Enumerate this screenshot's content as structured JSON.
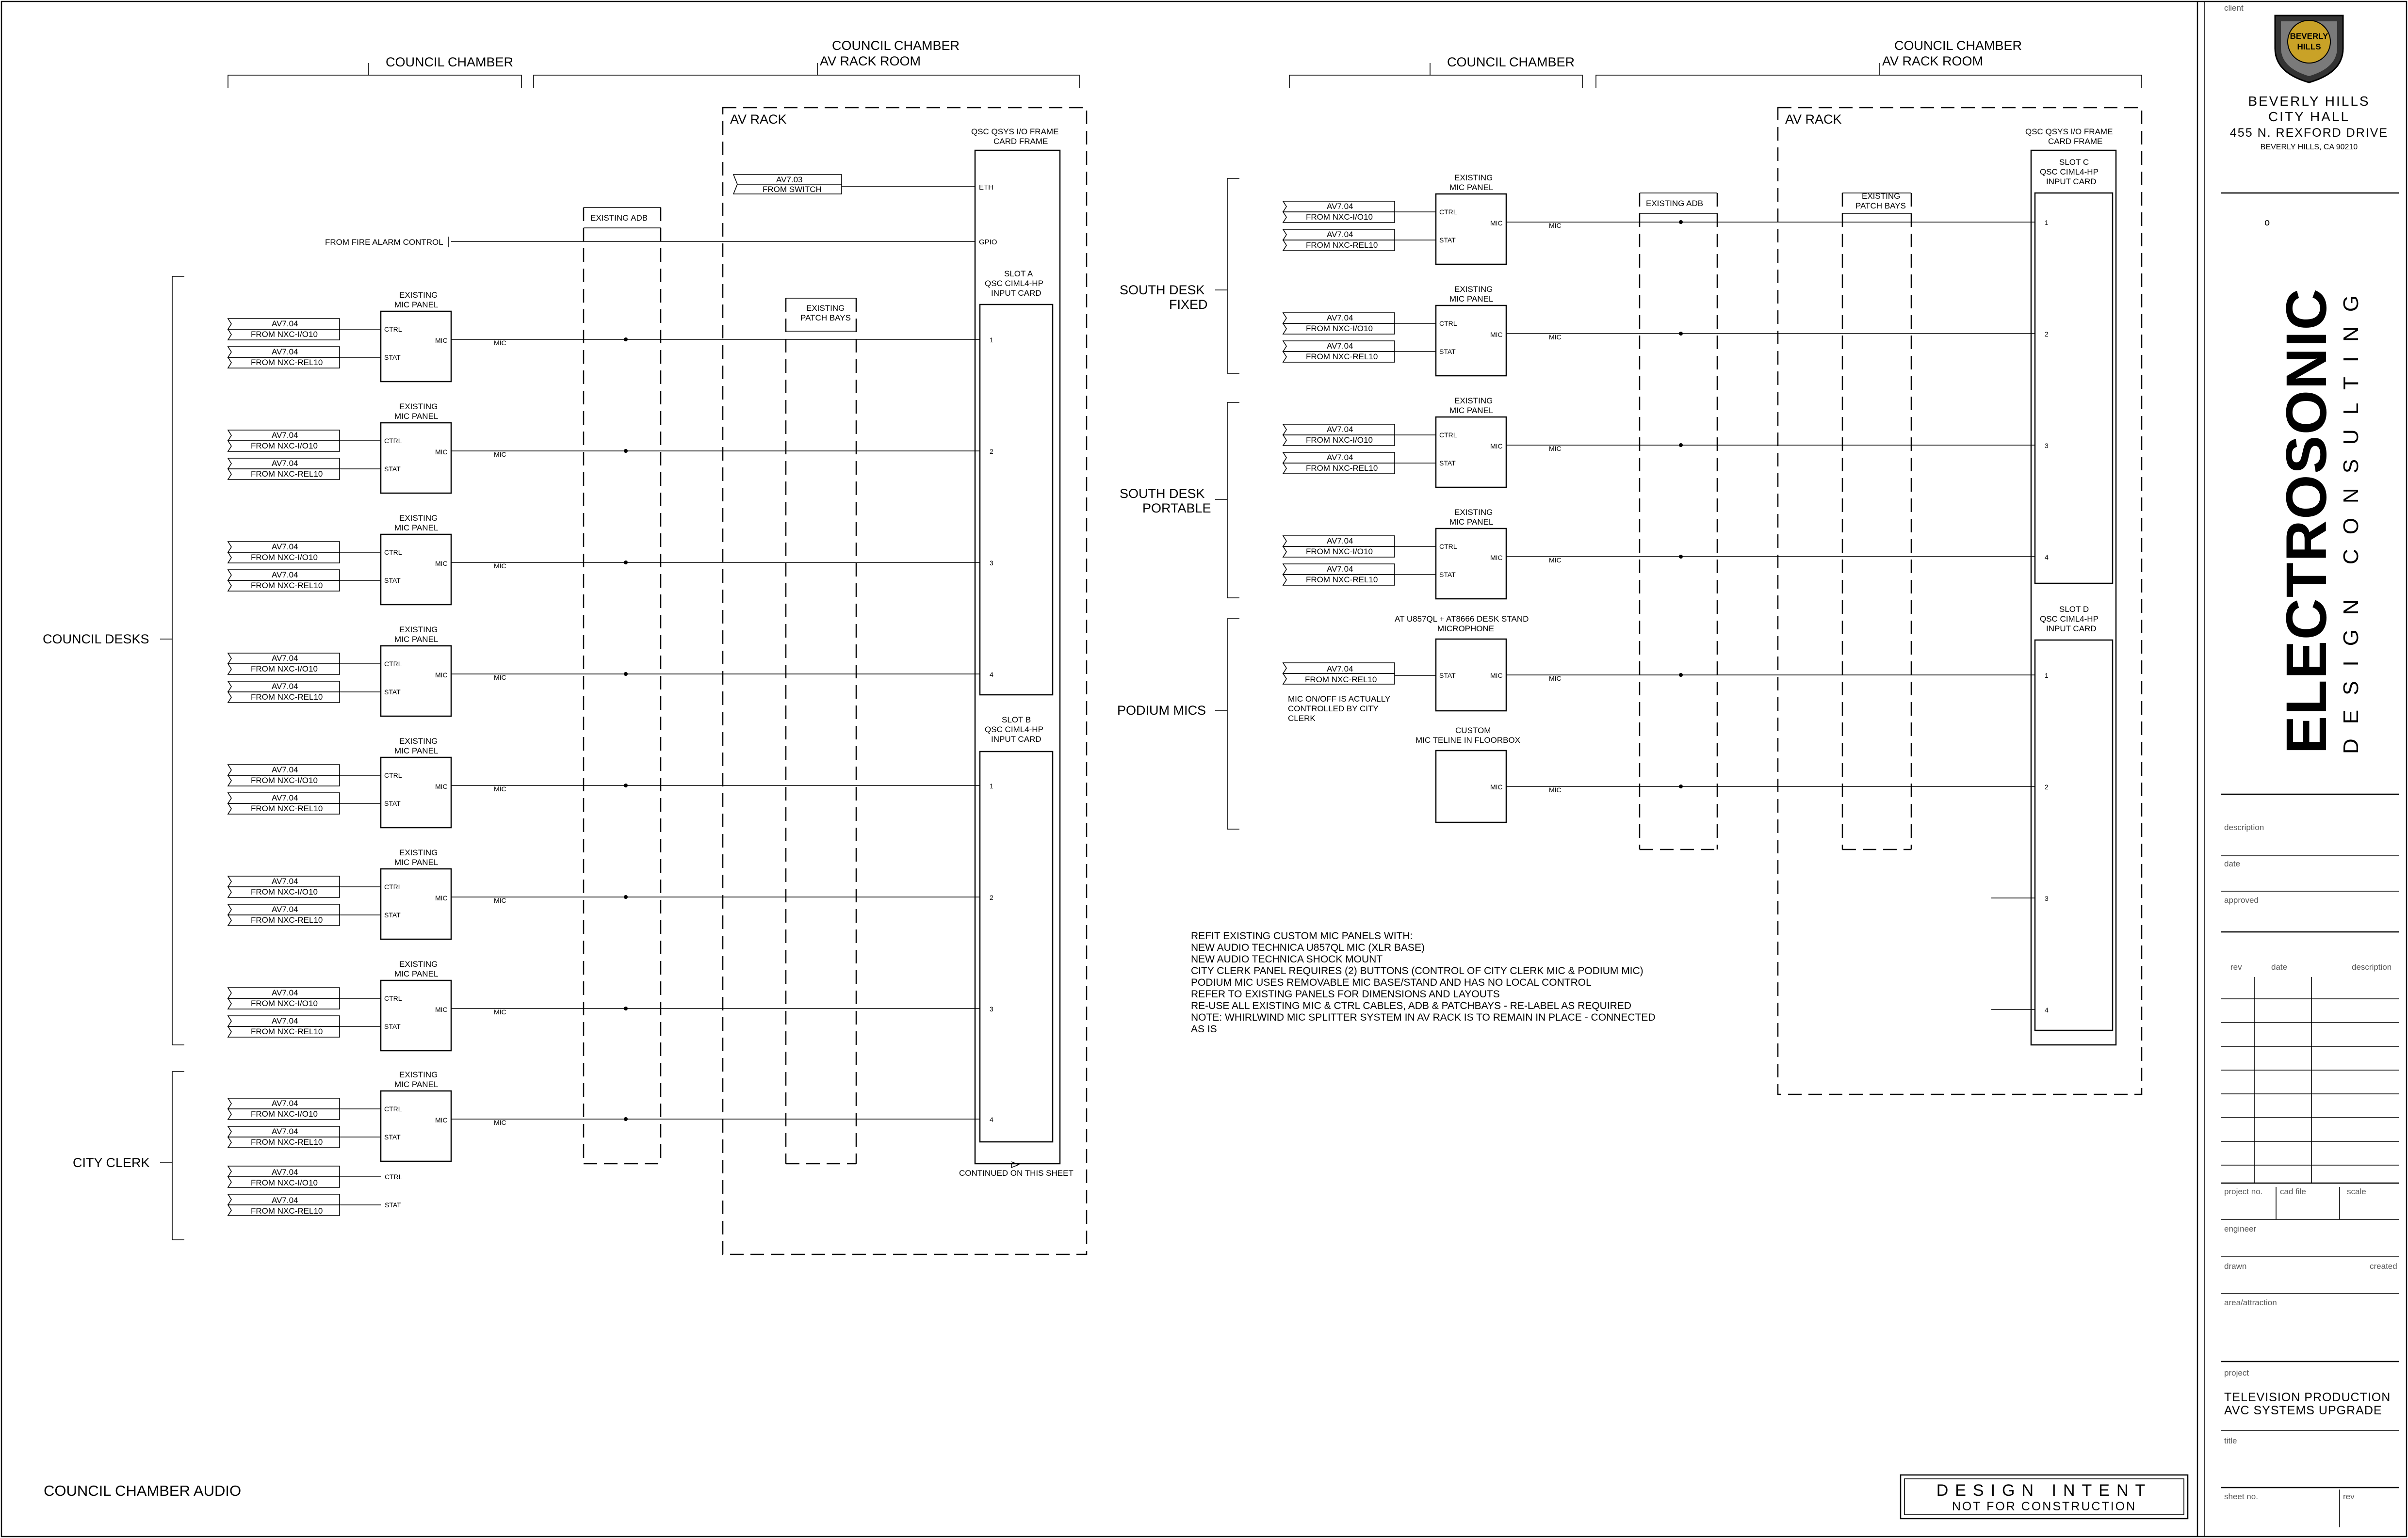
{
  "sheet_title": "COUNCIL CHAMBER AUDIO",
  "stamp": {
    "line1": "DESIGN  INTENT",
    "line2": "NOT FOR CONSTRUCTION"
  },
  "left_diagram": {
    "header_council_chamber": "COUNCIL CHAMBER",
    "header_rack_room_l1": "COUNCIL CHAMBER",
    "header_rack_room_l2": "AV RACK ROOM",
    "av_rack_label": "AV RACK",
    "frame_label_l1": "QSC QSYS I/O FRAME",
    "frame_label_l2": "CARD FRAME",
    "switch_ref": "AV7.03",
    "switch_from": "FROM SWITCH",
    "eth_port": "ETH",
    "gpio_port": "GPIO",
    "fire_alarm": "FROM FIRE ALARM CONTROL",
    "adb_label": "EXISTING ADB",
    "patch_l1": "EXISTING",
    "patch_l2": "PATCH BAYS",
    "slot_a": [
      "SLOT A",
      "QSC CIML4-HP",
      "INPUT CARD"
    ],
    "slot_b": [
      "SLOT B",
      "QSC CIML4-HP",
      "INPUT CARD"
    ],
    "continued": "CONTINUED ON THIS SHEET",
    "group_council_desks": "COUNCIL DESKS",
    "group_city_clerk": "CITY CLERK",
    "panel_l1": "EXISTING",
    "panel_l2": "MIC PANEL",
    "ref_code": "AV7.04",
    "from_io": "FROM NXC-I/O10",
    "from_rel": "FROM NXC-REL10",
    "ctrl": "CTRL",
    "stat": "STAT",
    "mic": "MIC",
    "channels": [
      "1",
      "2",
      "3",
      "4",
      "1",
      "2",
      "3",
      "4"
    ]
  },
  "right_diagram": {
    "header_council_chamber": "COUNCIL CHAMBER",
    "header_rack_room_l1": "COUNCIL CHAMBER",
    "header_rack_room_l2": "AV RACK ROOM",
    "av_rack_label": "AV RACK",
    "frame_label_l1": "QSC QSYS I/O FRAME",
    "frame_label_l2": "CARD FRAME",
    "adb_label": "EXISTING ADB",
    "patch_l1": "EXISTING",
    "patch_l2": "PATCH BAYS",
    "slot_c": [
      "SLOT C",
      "QSC CIML4-HP",
      "INPUT CARD"
    ],
    "slot_d": [
      "SLOT D",
      "QSC CIML4-HP",
      "INPUT CARD"
    ],
    "group_south_fixed_l1": "SOUTH  DESK",
    "group_south_fixed_l2": "FIXED",
    "group_south_portable_l1": "SOUTH  DESK",
    "group_south_portable_l2": "PORTABLE",
    "group_podium": "PODIUM  MICS",
    "podium_mic_l1": "AT U857QL + AT8666 DESK STAND",
    "podium_mic_l2": "MICROPHONE",
    "custom_l1": "CUSTOM",
    "custom_l2": "MIC TELINE IN FLOORBOX",
    "clerk_note": [
      "MIC ON/OFF IS ACTUALLY",
      "CONTROLLED BY CITY",
      "CLERK"
    ],
    "channels": [
      "1",
      "2",
      "3",
      "4",
      "1",
      "2",
      "3",
      "4"
    ]
  },
  "notes": [
    "REFIT EXISTING CUSTOM MIC PANELS WITH:",
    "NEW AUDIO TECHNICA U857QL MIC (XLR BASE)",
    "NEW AUDIO TECHNICA SHOCK MOUNT",
    "CITY CLERK PANEL REQUIRES (2) BUTTONS (CONTROL OF CITY CLERK MIC & PODIUM MIC)",
    "PODIUM MIC USES REMOVABLE MIC BASE/STAND AND HAS NO LOCAL CONTROL",
    "REFER TO EXISTING PANELS FOR DIMENSIONS AND LAYOUTS",
    "RE-USE ALL EXISTING MIC & CTRL CABLES, ADB & PATCHBAYS - RE-LABEL AS REQUIRED",
    "NOTE: WHIRLWIND MIC SPLITTER SYSTEM IN AV RACK IS TO REMAIN IN PLACE - CONNECTED",
    "AS IS"
  ],
  "title_block": {
    "client_label": "client",
    "seal_l1": "BEVERLY",
    "seal_l2": "HILLS",
    "client_l1": "BEVERLY HILLS",
    "client_l2": "CITY HALL",
    "client_l3": "455 N. REXFORD DRIVE",
    "client_l4": "BEVERLY HILLS, CA 90210",
    "small_mark": "o",
    "logo_main": "ELECTROSONIC",
    "logo_sub": "DESIGN CONSULTING",
    "description_label": "description",
    "date_label": "date",
    "approved_label": "approved",
    "rev_label": "rev",
    "rev_date_label": "date",
    "rev_desc_label": "description",
    "project_no_label": "project no.",
    "cad_file_label": "cad file",
    "scale_label": "scale",
    "engineer_label": "engineer",
    "drawn_label": "drawn",
    "created_label": "created",
    "area_label": "area/attraction",
    "project_label": "project",
    "project_l1": "TELEVISION PRODUCTION",
    "project_l2": "AVC SYSTEMS UPGRADE",
    "title_label": "title",
    "sheet_no_label": "sheet no.",
    "rev_bottom_label": "rev"
  }
}
